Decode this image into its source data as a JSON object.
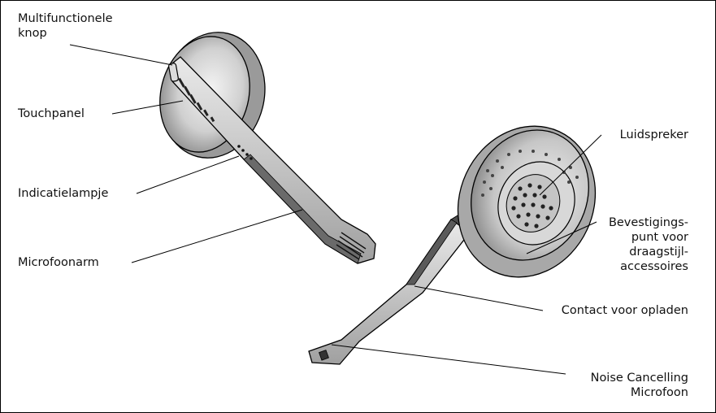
{
  "labels": {
    "multifunctionele_knop": [
      "Multifunctionele",
      "knop"
    ],
    "touchpanel": "Touchpanel",
    "indicatielampje": "Indicatielampje",
    "microfoonarm": "Microfoonarm",
    "luidspreker": "Luidspreker",
    "bevestigingspunt": [
      "Bevestigings-",
      "punt voor",
      "draagstijl-",
      "accessoires"
    ],
    "contact_voor_opladen": "Contact voor opladen",
    "noise_cancelling": [
      "Noise Cancelling",
      "Microfoon"
    ]
  },
  "colors": {
    "line": "#000000",
    "body_light": "#e4e4e4",
    "body_mid": "#b8b8b8",
    "body_dark": "#6a6a6a"
  }
}
